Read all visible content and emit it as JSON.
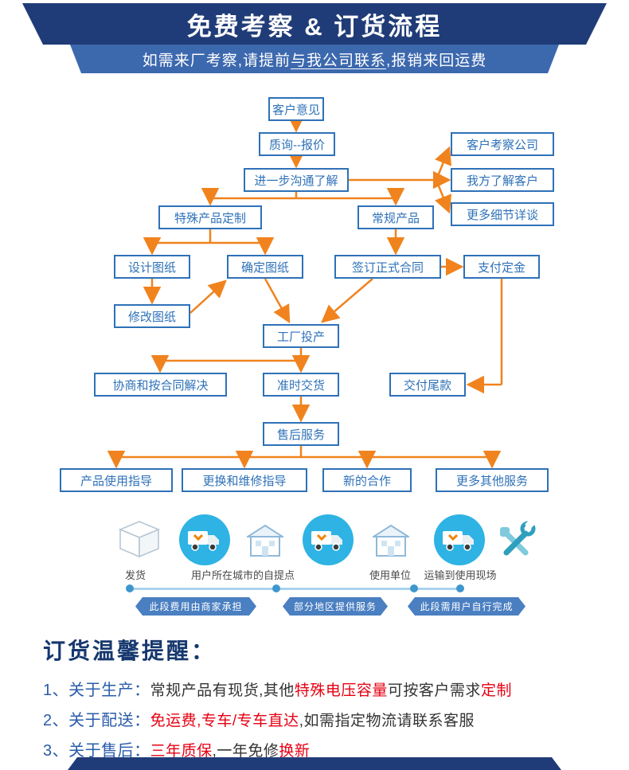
{
  "colors": {
    "navy": "#203c78",
    "band_blue": "#3c68ae",
    "box_blue": "#2e71b8",
    "arrow_orange": "#f0831e",
    "highlight_red": "#e60012",
    "label_blue": "#2a5caa",
    "truck_circle_blue": "#2eb3e4",
    "timeline_blue": "#a9d3ef",
    "tag_blue": "#4a7fc1"
  },
  "header": {
    "title": "免费考察 & 订货流程",
    "subtitle_segments": [
      {
        "text": "如需来厂考察,请提前",
        "underline": false
      },
      {
        "text": "与我公司联系",
        "underline": true
      },
      {
        "text": ",报销来回运费",
        "underline": false
      }
    ]
  },
  "flow": {
    "nodes": [
      "客户意见",
      "质询--报价",
      "进一步沟通了解",
      "客户考察公司",
      "我方了解客户",
      "更多细节详谈",
      "特殊产品定制",
      "常规产品",
      "设计图纸",
      "确定图纸",
      "签订正式合同",
      "支付定金",
      "修改图纸",
      "工厂投产",
      "协商和按合同解决",
      "准时交货",
      "交付尾款",
      "售后服务",
      "产品使用指导",
      "更换和维修指导",
      "新的合作",
      "更多其他服务"
    ]
  },
  "logistics": {
    "icons": [
      "package-icon",
      "truck-icon",
      "warehouse-icon",
      "truck-icon",
      "warehouse-icon",
      "truck-icon",
      "tools-icon"
    ],
    "stop_labels": [
      "发货",
      "用户所在城市的自提点",
      "使用单位",
      "运输到使用现场"
    ],
    "tags": [
      "此段费用由商家承担",
      "部分地区提供服务",
      "此段需用户自行完成"
    ]
  },
  "reminders": {
    "title": "订货温馨提醒：",
    "items": [
      {
        "prefix": "1、关于生产：",
        "segments": [
          {
            "text": "常规产品有现货,其他",
            "color": "black"
          },
          {
            "text": "特殊电压容量",
            "color": "red"
          },
          {
            "text": "可按客户需求",
            "color": "black"
          },
          {
            "text": "定制",
            "color": "red"
          }
        ]
      },
      {
        "prefix": "2、关于配送：",
        "segments": [
          {
            "text": "免运费,专车/专车直达",
            "color": "red"
          },
          {
            "text": ",如需指定物流请联系客服",
            "color": "black"
          }
        ]
      },
      {
        "prefix": "3、关于售后：",
        "segments": [
          {
            "text": "三年质保",
            "color": "red"
          },
          {
            "text": ",一年免修",
            "color": "black"
          },
          {
            "text": "换新",
            "color": "red"
          }
        ]
      }
    ]
  }
}
